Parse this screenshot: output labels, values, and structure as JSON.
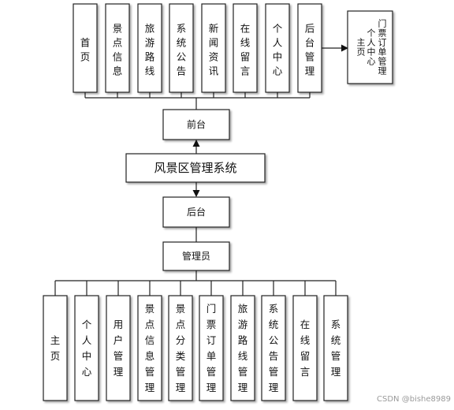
{
  "root": "风景区管理系统",
  "front": {
    "label": "前台",
    "modules": [
      "首页",
      "景点信息",
      "旅游路线",
      "系统公告",
      "新闻资讯",
      "在线留言",
      "个人中心",
      "后台管理"
    ]
  },
  "user_center": {
    "columns": [
      "主页",
      "个人中心",
      "门票订单管理"
    ]
  },
  "back": {
    "label": "后台",
    "role": "管理员",
    "modules": [
      "主页",
      "个人中心",
      "用户管理",
      "景点信息管理",
      "景点分类管理",
      "门票订单管理",
      "旅游路线管理",
      "系统公告管理",
      "在线留言",
      "系统管理"
    ]
  },
  "watermark": "CSDN @bishe8989"
}
